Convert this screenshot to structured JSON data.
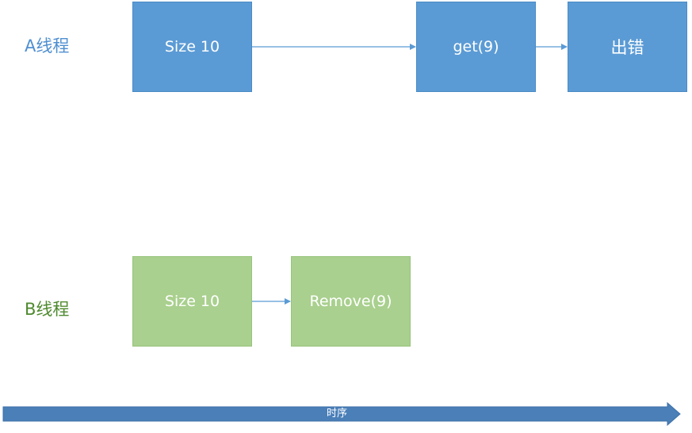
{
  "lanes": {
    "a": {
      "label": "A线程",
      "steps": [
        "Size 10",
        "get(9)",
        "出错"
      ]
    },
    "b": {
      "label": "B线程",
      "steps": [
        "Size 10",
        "Remove(9)"
      ]
    }
  },
  "timeline": {
    "label": "时序"
  },
  "colors": {
    "lane_a_box": "#5b9bd5",
    "lane_a_label": "#4f8fd1",
    "lane_b_box": "#a9d08e",
    "lane_b_label": "#4e8a2e",
    "connector": "#5b9bd5",
    "timeline": "#4a7fb8"
  }
}
